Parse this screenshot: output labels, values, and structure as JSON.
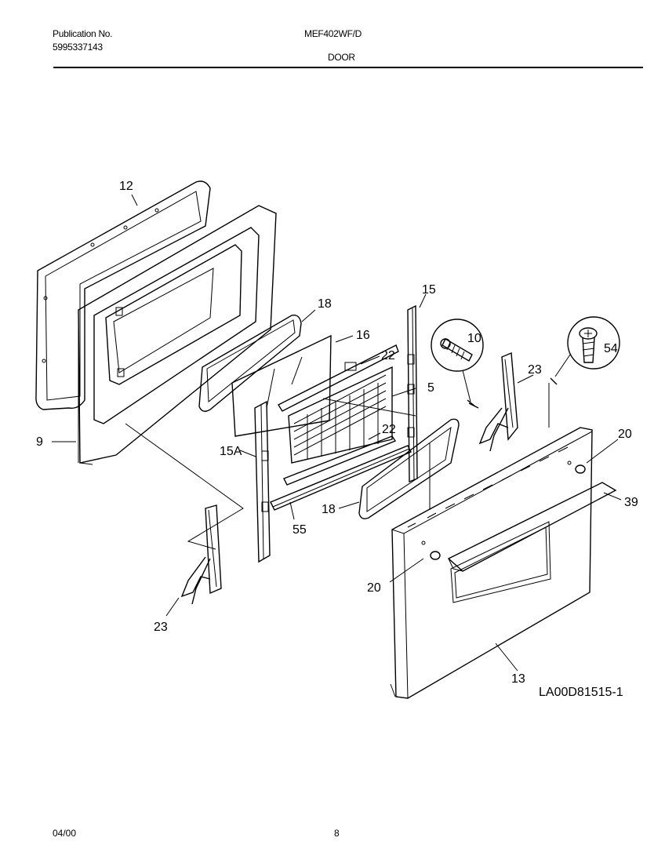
{
  "header": {
    "publication_label": "Publication No.",
    "publication_number": "5995337143",
    "model": "MEF402WF/D",
    "section": "DOOR"
  },
  "callouts": {
    "c12": "12",
    "c9": "9",
    "c18a": "18",
    "c16": "16",
    "c15": "15",
    "c22a": "22",
    "c5": "5",
    "c10": "10",
    "c54": "54",
    "c23a": "23",
    "c20a": "20",
    "c39": "39",
    "c15a": "15A",
    "c22b": "22",
    "c18b": "18",
    "c55": "55",
    "c20b": "20",
    "c23b": "23",
    "c13": "13"
  },
  "figure_id": "LA00D81515-1",
  "footer": {
    "date": "04/00",
    "page": "8"
  }
}
